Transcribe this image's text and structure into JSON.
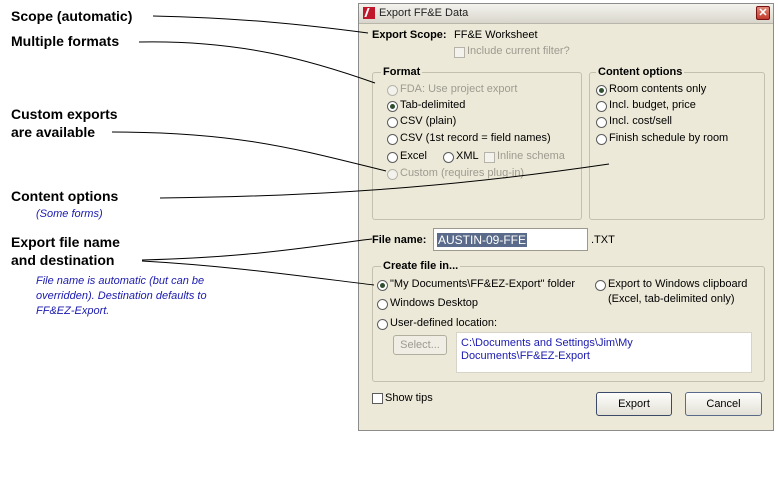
{
  "annotations": {
    "scope": "Scope (automatic)",
    "formats": "Multiple formats",
    "custom_line1": "Custom exports",
    "custom_line2": "are available",
    "content": "Content options",
    "content_sub": "(Some forms)",
    "file_line1": "Export file name",
    "file_line2": "and destination",
    "file_sub1": "File name is automatic (but can be",
    "file_sub2": "overridden).  Destination defaults to",
    "file_sub3": "FF&EZ-Export."
  },
  "dialog": {
    "title": "Export FF&E Data",
    "close_glyph": "✕",
    "scope_label": "Export Scope:",
    "scope_value": "FF&E Worksheet",
    "include_filter": "Include current filter?",
    "format": {
      "legend": "Format",
      "fda": "FDA: Use project export",
      "tab": "Tab-delimited",
      "csv_plain": "CSV (plain)",
      "csv_names": "CSV (1st record = field names)",
      "excel": "Excel",
      "xml": "XML",
      "inline_schema": "Inline schema",
      "custom": "Custom (requires plug-in)",
      "selected": "Tab-delimited"
    },
    "content": {
      "legend": "Content options",
      "room_only": "Room contents only",
      "budget": "Incl. budget, price",
      "cost": "Incl. cost/sell",
      "finish": "Finish schedule by room",
      "selected": "Room contents only"
    },
    "file": {
      "label": "File name:",
      "value": "AUSTIN-09-FFE",
      "ext": ".TXT"
    },
    "create": {
      "legend": "Create file in...",
      "my_docs": "\"My Documents\\FF&EZ-Export\" folder",
      "desktop": "Windows Desktop",
      "user_defined": "User-defined location:",
      "clipboard_line1": "Export to Windows clipboard",
      "clipboard_line2": "(Excel, tab-delimited only)",
      "select_button": "Select...",
      "path": "C:\\Documents and Settings\\Jim\\My Documents\\FF&EZ-Export",
      "selected": "My Documents"
    },
    "show_tips": "Show tips",
    "export_button": "Export",
    "cancel_button": "Cancel"
  },
  "colors": {
    "annotation_sub": "#1a1ab0",
    "dialog_bg": "#ece9d8",
    "close_button": "#c0392b",
    "selection": "#5a6a8a"
  }
}
